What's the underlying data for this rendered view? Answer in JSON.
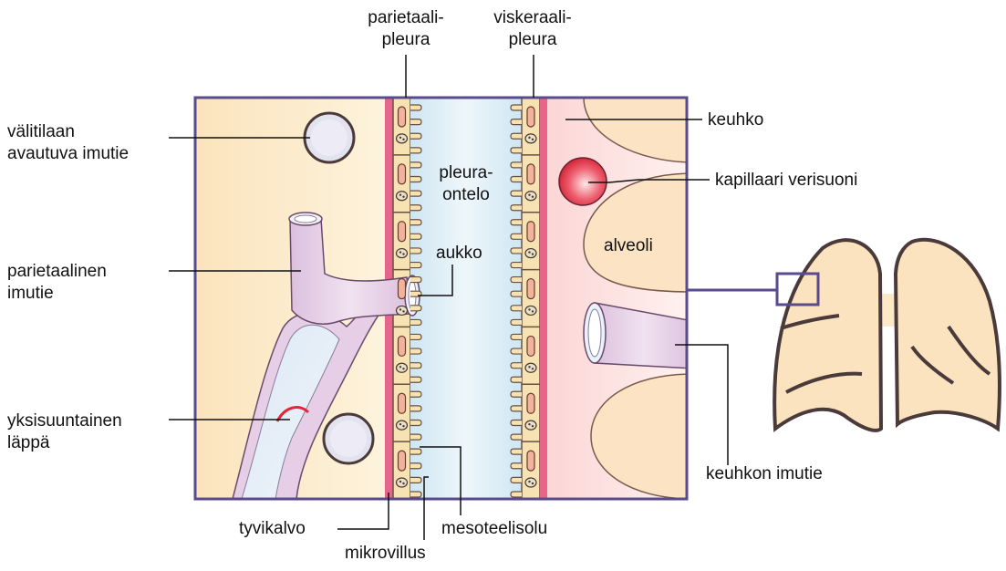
{
  "labels": {
    "parietal_pleura": [
      "parietaali-",
      "pleura"
    ],
    "visceral_pleura": [
      "viskeraali-",
      "pleura"
    ],
    "interstitial_lymph": [
      "välitilaan",
      "avautuva imutie"
    ],
    "parietal_lymph": [
      "parietaalinen",
      "imutie"
    ],
    "one_way_valve": [
      "yksisuuntainen",
      "läppä"
    ],
    "pleural_cavity": [
      "pleura-",
      "ontelo"
    ],
    "opening": "aukko",
    "lung": "keuhko",
    "capillary": "kapillaari verisuoni",
    "alveolus": "alveoli",
    "lung_lymph": "keuhkon imutie",
    "basement_membrane": "tyvikalvo",
    "mesothelial_cell": "mesoteelisolu",
    "microvillus": "mikrovillus"
  },
  "colors": {
    "frame": "#5a4a8e",
    "tissue": "#fbe6c2",
    "pleural_space": "#d9ecf6",
    "lung_tissue": "#fde8e6",
    "membrane_pink": "#e7658d",
    "cell_fill": "#f7e2b4",
    "nucleus": "#f0b49c",
    "vessel_lilac": "#e6cfe6",
    "valve_red": "#e0283a",
    "capillary_red": "#e8283c",
    "alveolus_fill": "#fbe3c3"
  }
}
